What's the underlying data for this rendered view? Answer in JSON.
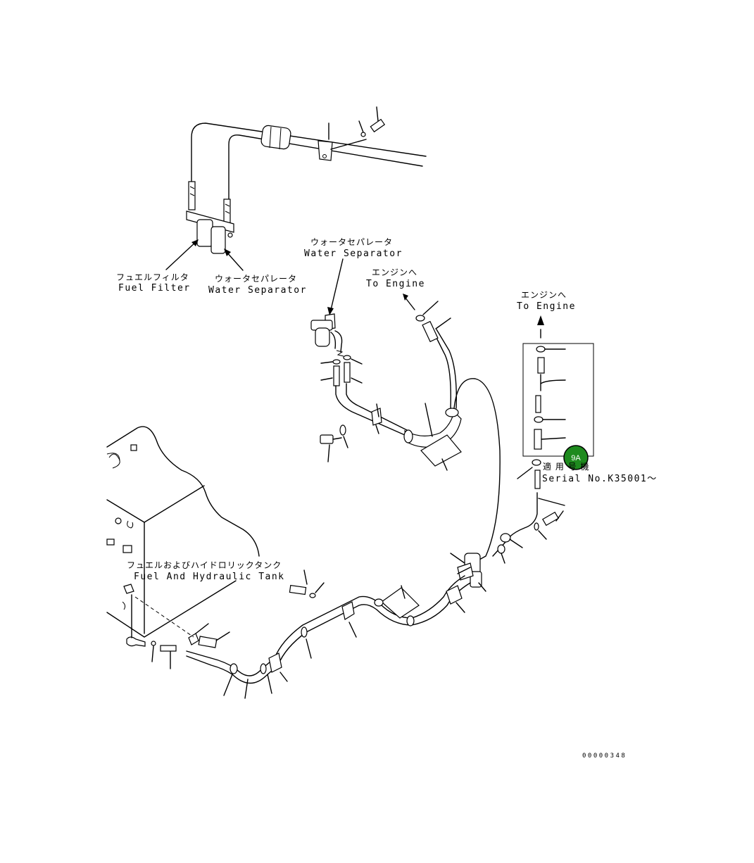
{
  "labels": {
    "fuel_filter_jp": "フュエルフィルタ",
    "fuel_filter_en": "Fuel Filter",
    "water_sep_lower_jp": "ウォータセパレータ",
    "water_sep_lower_en": "Water Separator",
    "water_sep_upper_jp": "ウォータセパレータ",
    "water_sep_upper_en": "Water Separator",
    "to_engine_mid_jp": "エンジンへ",
    "to_engine_mid_en": "To Engine",
    "to_engine_right_jp": "エンジンへ",
    "to_engine_right_en": "To Engine",
    "applicable_jp": "適 用 号 機",
    "serial_en": "Serial No.K35001～",
    "tank_jp": "フュエルおよびハイドロリックタンク",
    "tank_en": "Fuel And Hydraulic Tank"
  },
  "badge": {
    "text": "9A",
    "color": "#1e8a1e"
  },
  "drawing_number": "00000348"
}
